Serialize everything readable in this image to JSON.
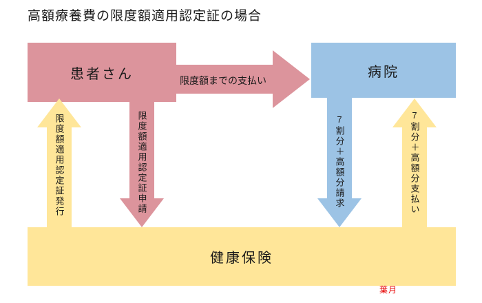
{
  "title": "高額療養費の限度額適用認定証の場合",
  "nodes": {
    "patient": {
      "label": "患者さん",
      "color": "#dc949c"
    },
    "hospital": {
      "label": "病院",
      "color": "#9cc3e5"
    },
    "insurance": {
      "label": "健康保険",
      "color": "#ffe699"
    }
  },
  "arrows": {
    "limit_payment": {
      "label": "限度額までの支払い",
      "direction": "right",
      "from": "患者さん",
      "to": "病院",
      "color": "#dc949c"
    },
    "certificate_issue": {
      "label": "限度額適用認定証発行",
      "direction": "up",
      "from": "健康保険",
      "to": "患者さん",
      "color": "#ffe699"
    },
    "certificate_apply": {
      "label": "限度額適用認定証申請",
      "direction": "down",
      "from": "患者さん",
      "to": "健康保険",
      "color": "#dc949c"
    },
    "claim": {
      "label": "7割分＋高額分請求",
      "direction": "down",
      "from": "病院",
      "to": "健康保険",
      "color": "#9cc3e5"
    },
    "insurer_payment": {
      "label": "7割分＋高額分支払い",
      "direction": "up",
      "from": "健康保険",
      "to": "病院",
      "color": "#ffe699"
    }
  },
  "credit": {
    "text": "葉月",
    "color": "#e60000"
  },
  "colors": {
    "background": "#ffffff",
    "text": "#1a1a1a"
  }
}
